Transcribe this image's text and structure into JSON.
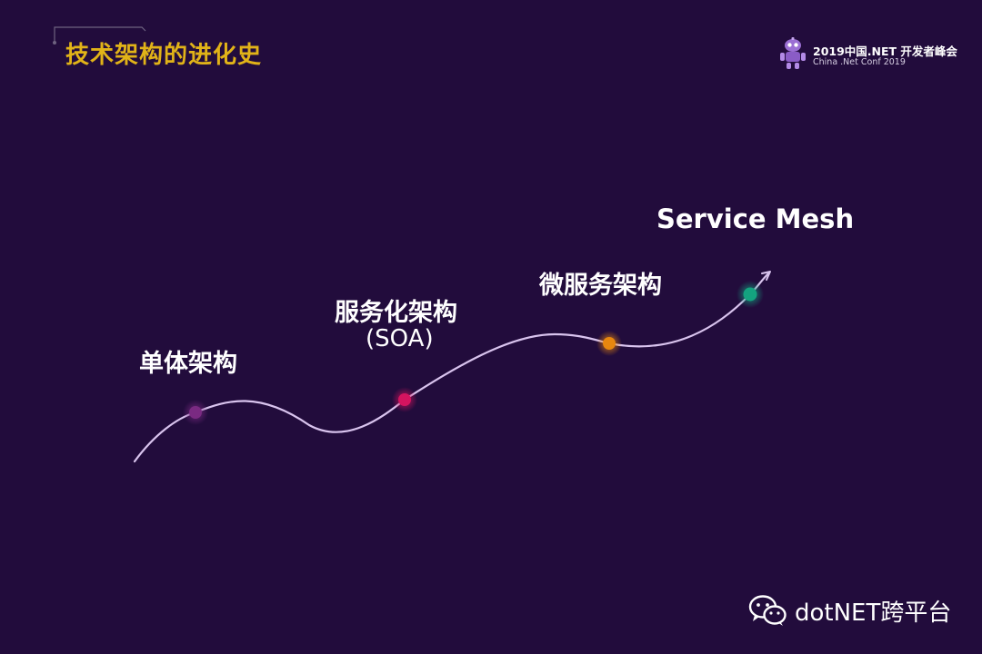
{
  "header": {
    "title": "技术架构的进化史"
  },
  "brand": {
    "conference_title": "2019中国.NET 开发者峰会",
    "conference_subtitle": "China .Net Conf 2019",
    "logo_icon": "robot-mascot-icon"
  },
  "stages": [
    {
      "label": "单体架构",
      "sublabel": "",
      "color": "#7a2a82"
    },
    {
      "label": "服务化架构",
      "sublabel": "(SOA)",
      "color": "#d4145f"
    },
    {
      "label": "微服务架构",
      "sublabel": "",
      "color": "#e8870f"
    },
    {
      "label": "Service Mesh",
      "sublabel": "",
      "color": "#14a37f"
    }
  ],
  "colors": {
    "background": "#220c3c",
    "title_accent": "#e1b318",
    "curve": "#d9c4ee"
  },
  "footer": {
    "icon": "wechat-icon",
    "text": "dotNET跨平台"
  }
}
